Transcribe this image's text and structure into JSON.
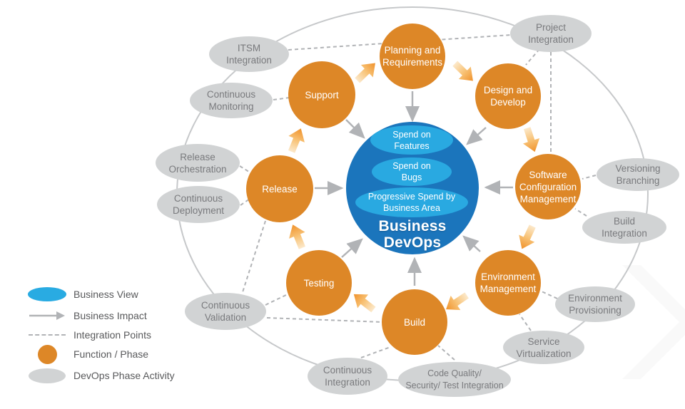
{
  "diagram_title": "Business DevOps",
  "center": {
    "title_lines": [
      "Business",
      "DevOps"
    ],
    "bubbles": [
      {
        "id": "spend-on-features",
        "lines": [
          "Spend on",
          "Features"
        ]
      },
      {
        "id": "spend-on-bugs",
        "lines": [
          "Spend on",
          "Bugs"
        ]
      },
      {
        "id": "progressive-spend",
        "lines": [
          "Progressive Spend by",
          "Business Area"
        ]
      }
    ]
  },
  "phases": [
    {
      "id": "support",
      "lines": [
        "Support"
      ]
    },
    {
      "id": "planning-and-requirements",
      "lines": [
        "Planning and",
        "Requirements"
      ]
    },
    {
      "id": "design-and-develop",
      "lines": [
        "Design and",
        "Develop"
      ]
    },
    {
      "id": "software-configuration-management",
      "lines": [
        "Software",
        "Configuration",
        "Management"
      ]
    },
    {
      "id": "environment-management",
      "lines": [
        "Environment",
        "Management"
      ]
    },
    {
      "id": "build",
      "lines": [
        "Build"
      ]
    },
    {
      "id": "testing",
      "lines": [
        "Testing"
      ]
    },
    {
      "id": "release",
      "lines": [
        "Release"
      ]
    }
  ],
  "activities": [
    {
      "id": "itsm-integration",
      "lines": [
        "ITSM",
        "Integration"
      ]
    },
    {
      "id": "continuous-monitoring",
      "lines": [
        "Continuous",
        "Monitoring"
      ]
    },
    {
      "id": "release-orchestration",
      "lines": [
        "Release",
        "Orchestration"
      ]
    },
    {
      "id": "continuous-deployment",
      "lines": [
        "Continuous",
        "Deployment"
      ]
    },
    {
      "id": "continuous-validation",
      "lines": [
        "Continuous",
        "Validation"
      ]
    },
    {
      "id": "continuous-integration",
      "lines": [
        "Continuous",
        "Integration"
      ]
    },
    {
      "id": "code-quality-security-test-integration",
      "lines": [
        "Code Quality/",
        "Security/ Test Integration"
      ]
    },
    {
      "id": "service-virtualization",
      "lines": [
        "Service",
        "Virtualization"
      ]
    },
    {
      "id": "environment-provisioning",
      "lines": [
        "Environment",
        "Provisioning"
      ]
    },
    {
      "id": "build-integration",
      "lines": [
        "Build",
        "Integration"
      ]
    },
    {
      "id": "versioning-branching",
      "lines": [
        "Versioning",
        "Branching"
      ]
    },
    {
      "id": "project-integration",
      "lines": [
        "Project",
        "Integration"
      ]
    }
  ],
  "legend": {
    "items": [
      {
        "symbol": "business-view-ellipse",
        "label": "Business View"
      },
      {
        "symbol": "business-impact-arrow",
        "label": "Business Impact"
      },
      {
        "symbol": "integration-points-dashed-line",
        "label": "Integration Points"
      },
      {
        "symbol": "function-phase-circle",
        "label": "Function / Phase"
      },
      {
        "symbol": "devops-phase-activity-ellipse",
        "label": "DevOps Phase Activity"
      }
    ]
  },
  "colors": {
    "phase_orange": "#DD8727",
    "flow_arrow_orange": "#F0922B",
    "center_blue": "#1B75BC",
    "business_view_blue": "#29ABE2",
    "bubble_blue": "#29A9E1",
    "activity_gray": "#D1D3D4",
    "connector_gray": "#B1B3B6",
    "activity_text_gray": "#797A7D",
    "legend_text_gray": "#58595B"
  }
}
